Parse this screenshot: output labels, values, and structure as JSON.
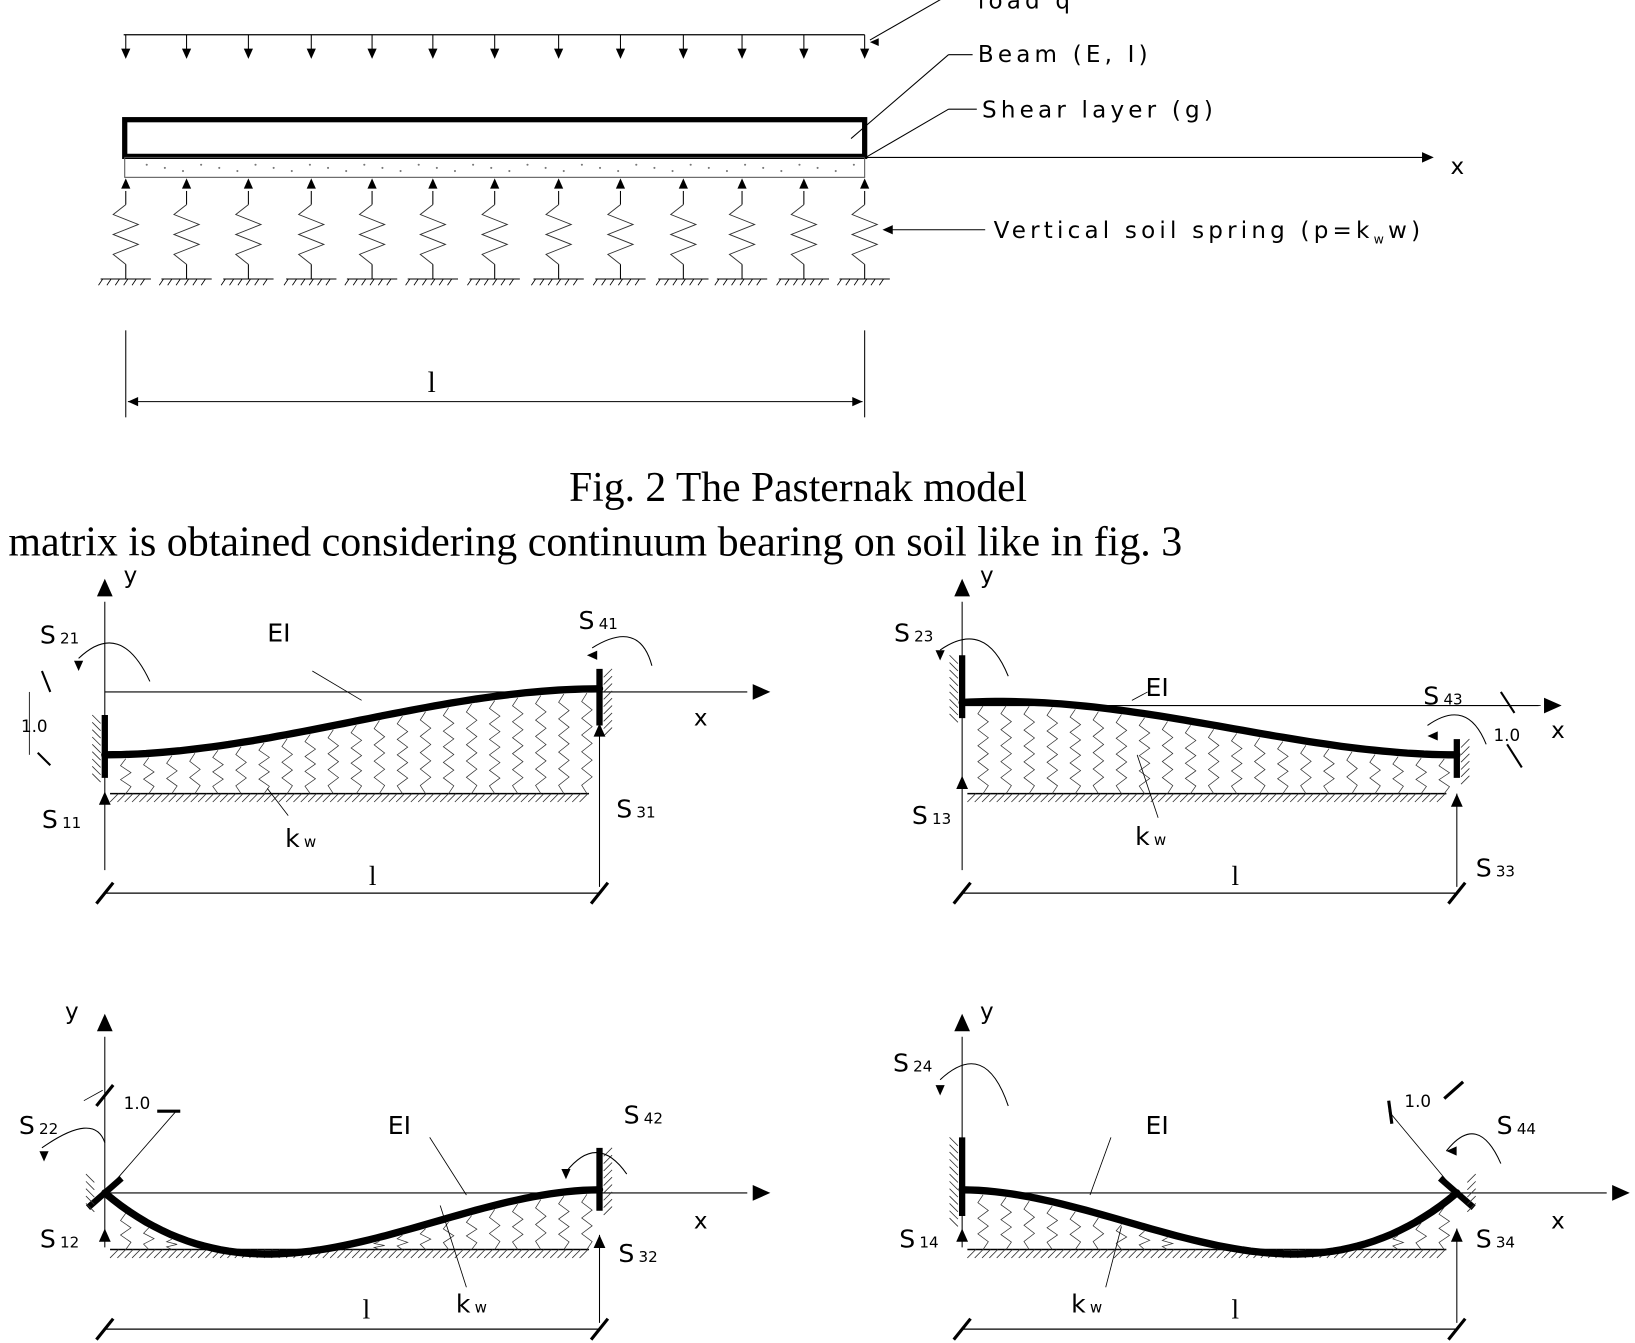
{
  "figure2": {
    "labels": {
      "load": "load  q",
      "beam": "Beam (E, I)",
      "shear": "Shear layer (g)",
      "spring_pre": "Vertical soil spring (p=k",
      "spring_sub": "w",
      "spring_post": "w)",
      "x": "x",
      "length": "l"
    },
    "caption": "Fig. 2 The Pasternak model"
  },
  "body_text": "matrix is obtained considering continuum bearing on soil like in fig. 3",
  "figure3": {
    "panels": [
      {
        "y": "y",
        "x": "x",
        "EI": "EI",
        "kw_main": "k",
        "kw_sub": "w",
        "l": "l",
        "unit": "1.0",
        "S_a": "S",
        "S_a_sub": "21",
        "S_b": "S",
        "S_b_sub": "41",
        "S_c": "S",
        "S_c_sub": "11",
        "S_d": "S",
        "S_d_sub": "31"
      },
      {
        "y": "y",
        "x": "x",
        "EI": "EI",
        "kw_main": "k",
        "kw_sub": "w",
        "l": "l",
        "unit": "1.0",
        "S_a": "S",
        "S_a_sub": "23",
        "S_b": "S",
        "S_b_sub": "43",
        "S_c": "S",
        "S_c_sub": "13",
        "S_d": "S",
        "S_d_sub": "33"
      },
      {
        "y": "y",
        "x": "x",
        "EI": "EI",
        "kw_main": "k",
        "kw_sub": "w",
        "l": "l",
        "unit": "1.0",
        "S_a": "S",
        "S_a_sub": "22",
        "S_b": "S",
        "S_b_sub": "42",
        "S_c": "S",
        "S_c_sub": "12",
        "S_d": "S",
        "S_d_sub": "32"
      },
      {
        "y": "y",
        "x": "x",
        "EI": "EI",
        "kw_main": "k",
        "kw_sub": "w",
        "l": "l",
        "unit": "1.0",
        "S_a": "S",
        "S_a_sub": "24",
        "S_b": "S",
        "S_b_sub": "44",
        "S_c": "S",
        "S_c_sub": "14",
        "S_d": "S",
        "S_d_sub": "34"
      }
    ]
  }
}
